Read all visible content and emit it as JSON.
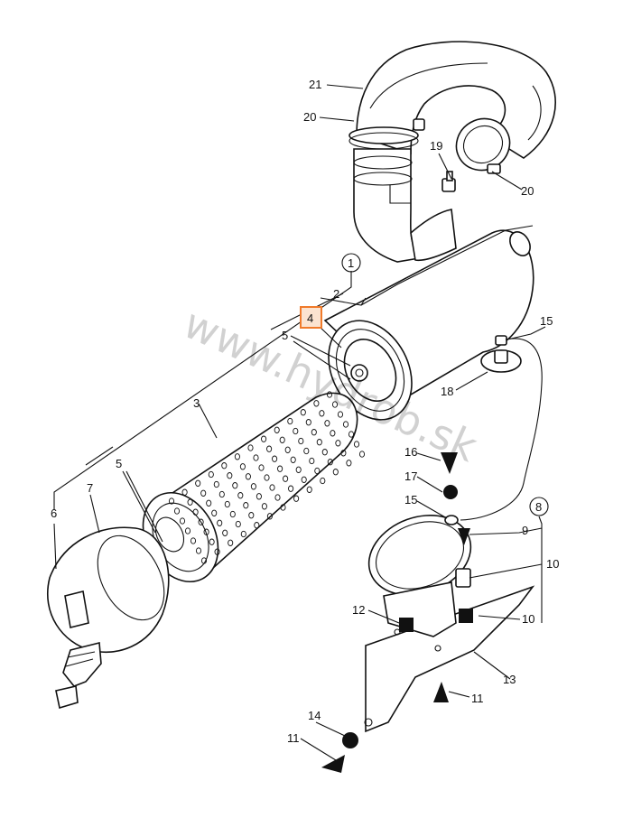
{
  "watermark": "www.hydrob.sk",
  "callouts": {
    "c1": "1",
    "c2": "2",
    "c3": "3",
    "c4": "4",
    "c5a": "5",
    "c5b": "5",
    "c6": "6",
    "c7": "7",
    "c8": "8",
    "c9": "9",
    "c10a": "10",
    "c10b": "10",
    "c11a": "11",
    "c11b": "11",
    "c12": "12",
    "c13": "13",
    "c14": "14",
    "c15a": "15",
    "c15b": "15",
    "c16": "16",
    "c17": "17",
    "c18": "18",
    "c19": "19",
    "c20a": "20",
    "c20b": "20",
    "c21": "21"
  },
  "colors": {
    "line": "#111111",
    "highlight": "#f07a2a"
  }
}
